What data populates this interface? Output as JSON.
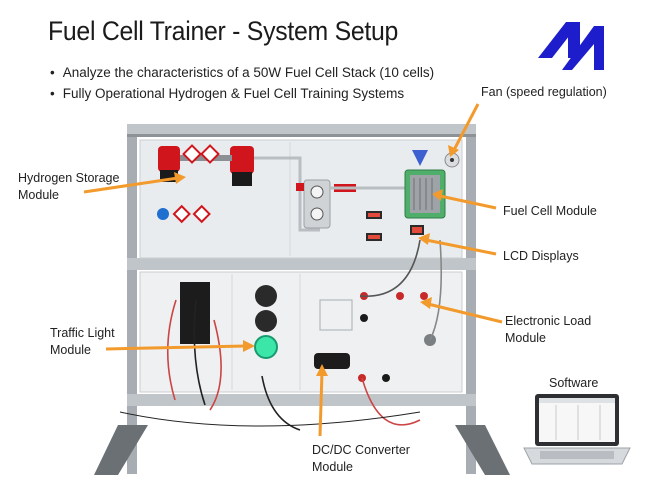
{
  "header": {
    "title": "Fuel Cell Trainer - System Setup",
    "bullets": [
      "Analyze the characteristics of a 50W Fuel Cell Stack (10 cells)",
      "Fully Operational Hydrogen & Fuel Cell Training Systems"
    ]
  },
  "labels": {
    "fan": "Fan (speed regulation)",
    "hydrogen_line1": "Hydrogen Storage",
    "hydrogen_line2": "Module",
    "fuel_cell": "Fuel Cell Module",
    "lcd": "LCD Displays",
    "traffic_line1": "Traffic Light",
    "traffic_line2": "Module",
    "load_line1": "Electronic Load",
    "load_line2": "Module",
    "software": "Software",
    "dcdc_line1": "DC/DC Converter",
    "dcdc_line2": "Module"
  },
  "colors": {
    "arrow": "#f39a2c",
    "logo": "#1d1dcc",
    "valve_red": "#d0161c",
    "traffic_green": "#3be6a8",
    "frame": "#9aa1a6",
    "panel": "#eceef0"
  },
  "icons": [
    "company-logo",
    "hydrogen-cylinder-valve-icon",
    "hazard-symbol-icon",
    "fan-icon",
    "laptop-icon"
  ]
}
